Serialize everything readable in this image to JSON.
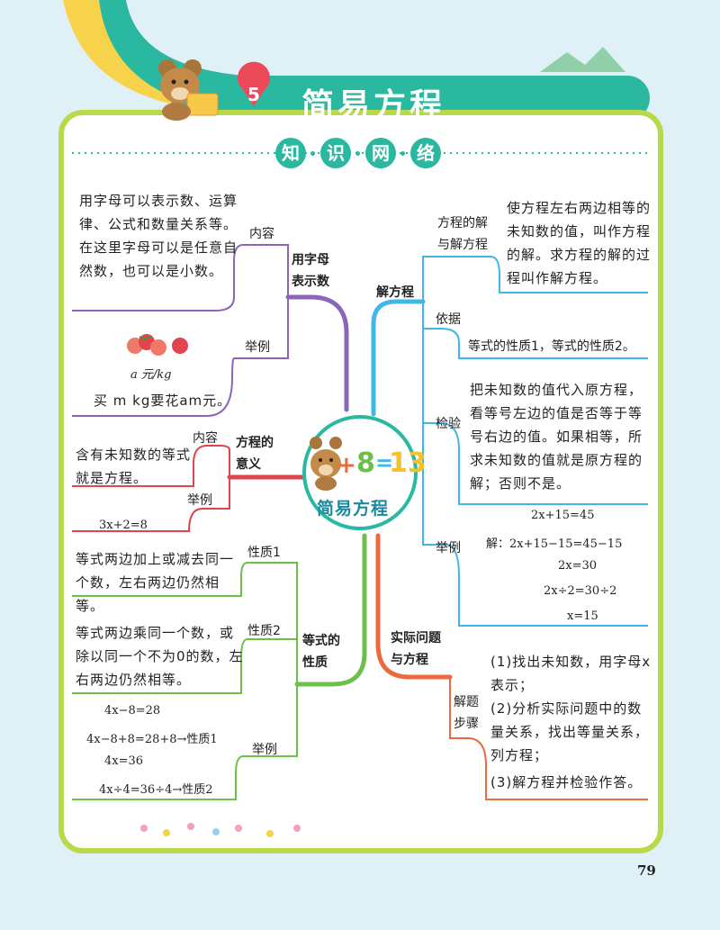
{
  "header": {
    "chapter_number": "5",
    "title": "简易方程"
  },
  "section_badges": [
    "知",
    "识",
    "网",
    "络"
  ],
  "center": {
    "equation_plus": "+",
    "equation_eight": "8",
    "equation_eq": "=",
    "equation_rhs": "13",
    "label": "简易方程"
  },
  "branch_letters": {
    "title": "用字母\n表示数",
    "content_label": "内容",
    "content_text": "用字母可以表示数、运算律、公式和数量关系等。在这里字母可以是任意自然数，也可以是小数。",
    "example_label": "举例",
    "price_text": "a 元/kg",
    "buy_text": "买 m kg要花am元。"
  },
  "branch_meaning": {
    "title": "方程的\n意义",
    "content_label": "内容",
    "content_text": "含有未知数的等式就是方程。",
    "example_label": "举例",
    "example_text": "3x+2=8"
  },
  "branch_properties": {
    "title": "等式的\n性质",
    "prop1_label": "性质1",
    "prop1_text": "等式两边加上或减去同一个数，左右两边仍然相等。",
    "prop2_label": "性质2",
    "prop2_text": "等式两边乘同一个数，或除以同一个不为0的数，左右两边仍然相等。",
    "example_label": "举例",
    "example_lines": [
      "4x−8=28",
      "4x−8+8=28+8→性质1",
      "4x=36",
      "4x÷4=36÷4→性质2"
    ]
  },
  "branch_solve": {
    "title": "解方程",
    "solution_label": "方程的解\n与解方程",
    "solution_text": "使方程左右两边相等的未知数的值，叫作方程的解。求方程的解的过程叫作解方程。",
    "basis_label": "依据",
    "basis_text": "等式的性质1，等式的性质2。",
    "check_label": "检验",
    "check_text": "把未知数的值代入原方程，看等号左边的值是否等于等号右边的值。如果相等，所求未知数的值就是原方程的解；否则不是。",
    "example_label": "举例",
    "example_lines": [
      "2x+15=45",
      "解：2x+15−15=45−15",
      "2x=30",
      "2x÷2=30÷2",
      "x=15"
    ]
  },
  "branch_practical": {
    "title": "实际问题\n与方程",
    "steps_label": "解题\n步骤",
    "step1": "(1)找出未知数，用字母x表示；",
    "step2": "(2)分析实际问题中的数量关系，找出等量关系，列方程；",
    "step3": "(3)解方程并检验作答。"
  },
  "page_number": "79",
  "colors": {
    "teal": "#2ab8a0",
    "frame": "#b8d94a",
    "purple": "#8a66b8",
    "red": "#e0444c",
    "green": "#6cc04a",
    "blue": "#40b8e6",
    "orange": "#ec6a3c"
  }
}
